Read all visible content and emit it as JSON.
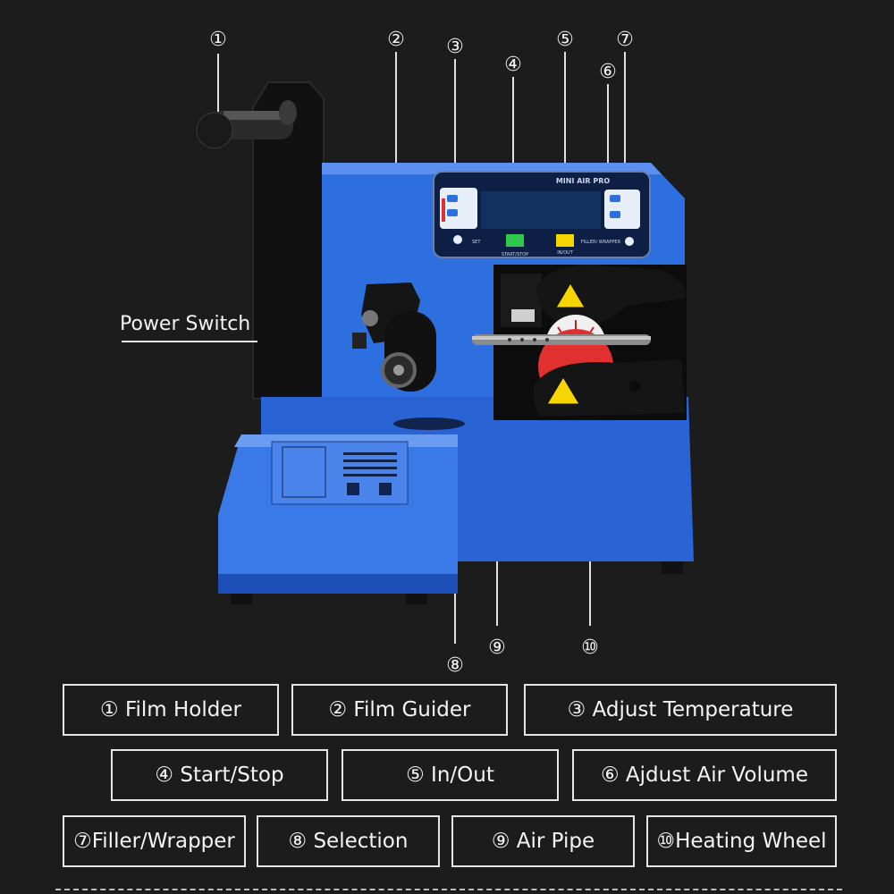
{
  "photo": {
    "panel_brand": "MINI AIR PRO",
    "panel_labels": {
      "set": "SET",
      "start_stop": "START/STOP",
      "in_out": "IN/OUT",
      "filler_wrapper": "FILLER/ WRAPPER"
    },
    "power_switch_label": "Power Switch",
    "callouts": [
      "①",
      "②",
      "③",
      "④",
      "⑤",
      "⑥",
      "⑦",
      "⑧",
      "⑨",
      "⑩"
    ]
  },
  "legend": {
    "items": [
      "① Film Holder",
      "② Film Guider",
      "③ Adjust Temperature",
      "④ Start/Stop",
      "⑤ In/Out",
      "⑥ Ajdust Air Volume",
      "⑦Filler/Wrapper",
      "⑧ Selection",
      "⑨ Air Pipe",
      "⑩Heating Wheel"
    ]
  },
  "colors": {
    "background": "#1c1c1c",
    "machine_blue": "#2e6fe0",
    "machine_blue_dark": "#1d4fb8",
    "accent_red": "#e03030",
    "warning_yellow": "#f5d400",
    "text": "#f2f2f2"
  }
}
